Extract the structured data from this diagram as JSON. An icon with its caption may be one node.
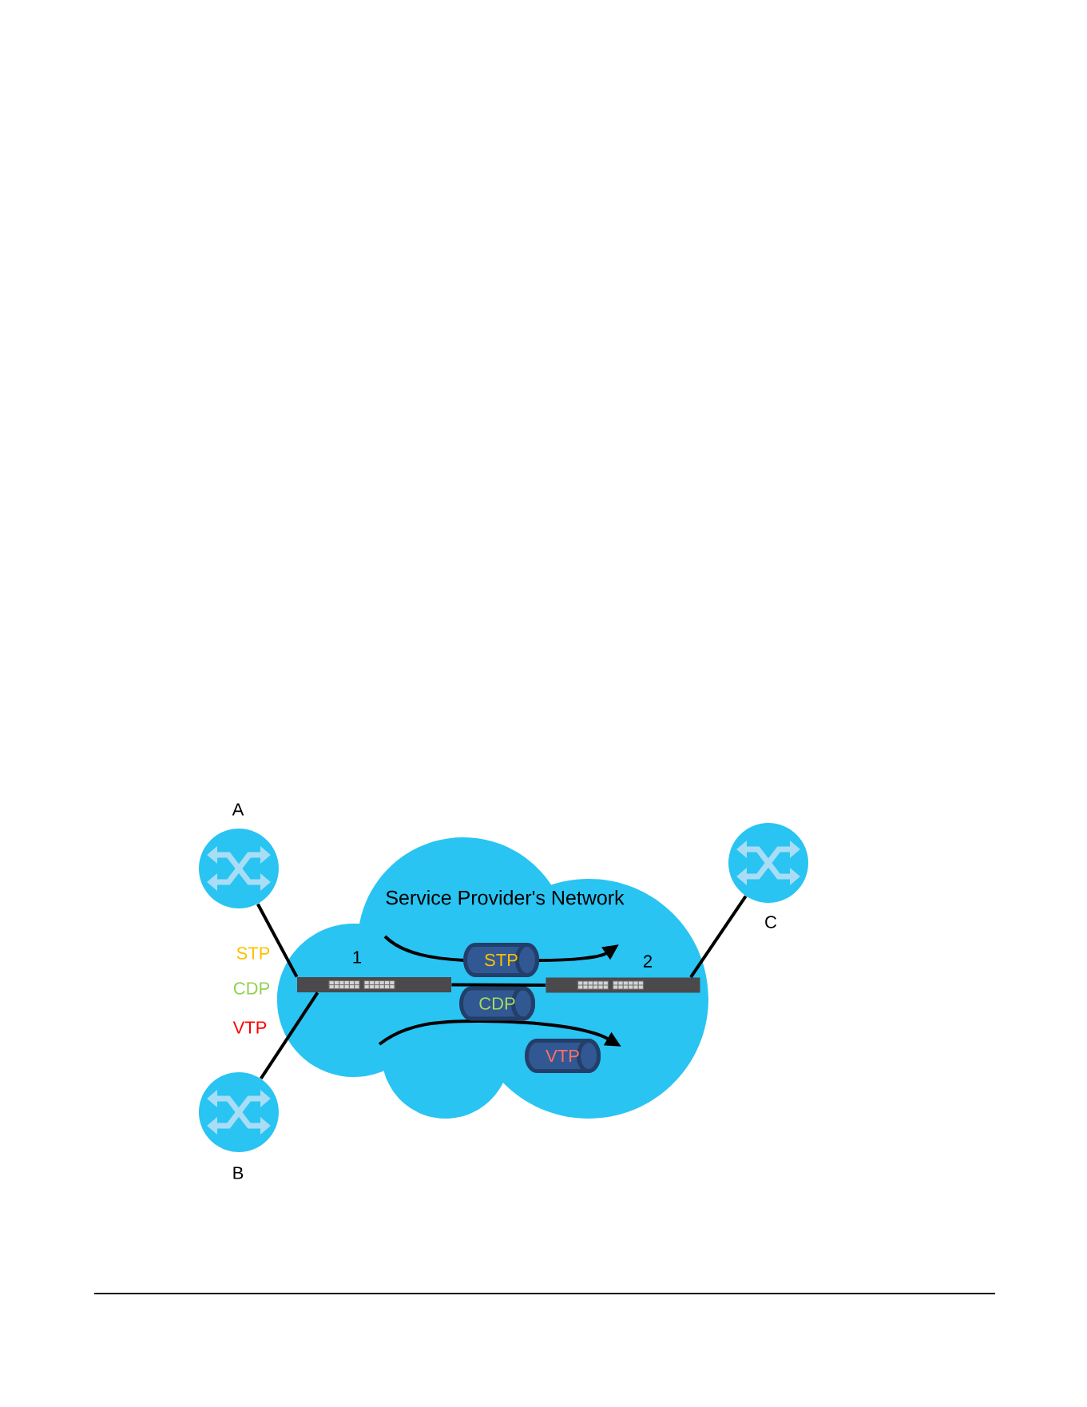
{
  "diagram": {
    "nodes": [
      {
        "text": [],
        "shape": "circle",
        "beside": [
          "A"
        ]
      },
      {
        "text": [],
        "shape": "circle",
        "beside": [
          "C"
        ]
      },
      {
        "text": [
          "Service Provider's Network"
        ]
      },
      {
        "text": [],
        "shape": "bar",
        "beside": [
          "1"
        ],
        "in": 2
      },
      {
        "text": [],
        "shape": "bar",
        "beside": [
          "2"
        ],
        "in": 2
      },
      {
        "text": [
          "STP"
        ],
        "in": 2
      },
      {
        "text": [
          "CDP"
        ],
        "in": 2
      },
      {
        "text": [
          "VTP"
        ],
        "in": 2
      },
      {
        "text": [],
        "shape": "circle",
        "beside": [
          "B"
        ]
      }
    ],
    "edges": [
      {
        "from": 0,
        "to": 3,
        "arrow": "none"
      },
      {
        "from": 8,
        "to": 3,
        "arrow": "none"
      },
      {
        "from": 3,
        "to": 4,
        "arrow": "none"
      },
      {
        "from": 4,
        "to": 1,
        "arrow": "none"
      }
    ],
    "labels": [
      "STP",
      "CDP",
      "VTP"
    ]
  }
}
